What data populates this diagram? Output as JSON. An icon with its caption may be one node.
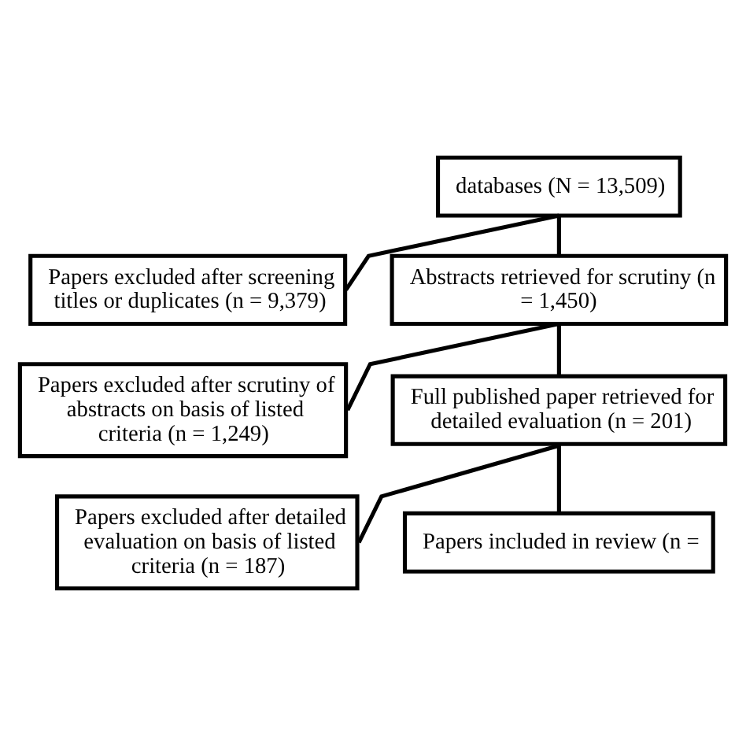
{
  "diagram": {
    "nodes": [
      {
        "text": [
          "databases (N = 13,509)"
        ]
      },
      {
        "text": [
          "Papers excluded after screening titles or duplicates (n = 9,379)"
        ]
      },
      {
        "text": [
          "Abstracts retrieved for scrutiny (n = 1,450)"
        ]
      },
      {
        "text": [
          "Papers excluded after scrutiny of abstracts on basis of listed criteria (n = 1,249)"
        ]
      },
      {
        "text": [
          "Full published paper retrieved for detailed evaluation (n = 201)"
        ]
      },
      {
        "text": [
          "Papers excluded after detailed evaluation on basis of listed criteria (n = 187)"
        ]
      },
      {
        "text": [
          "Papers included in review (n ="
        ]
      }
    ],
    "edges": [
      {
        "from": 0,
        "to": 1,
        "arrow": "none"
      },
      {
        "from": 0,
        "to": 2,
        "arrow": "none"
      },
      {
        "from": 2,
        "to": 3,
        "arrow": "none"
      },
      {
        "from": 2,
        "to": 4,
        "arrow": "none"
      },
      {
        "from": 4,
        "to": 5,
        "arrow": "none"
      },
      {
        "from": 4,
        "to": 6,
        "arrow": "none"
      }
    ]
  }
}
